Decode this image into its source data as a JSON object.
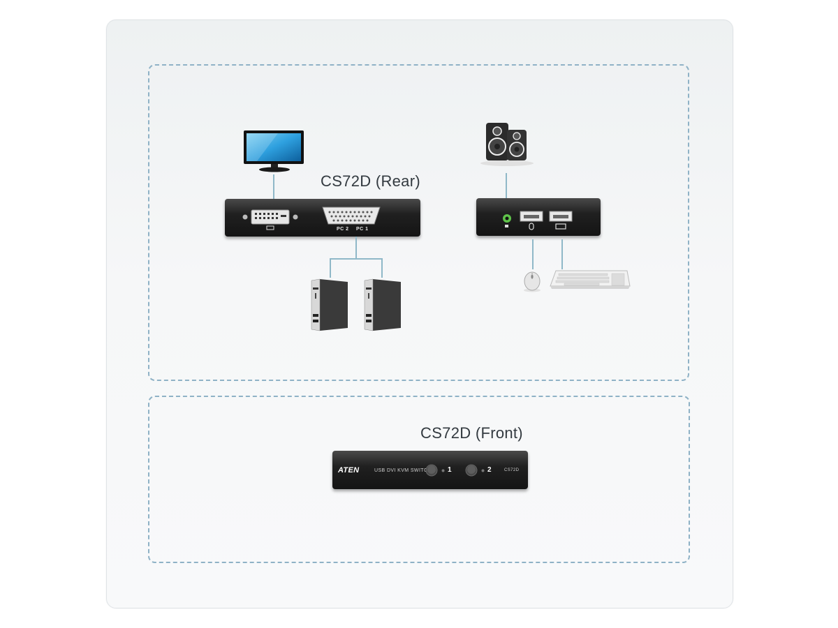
{
  "rear": {
    "title": "CS72D (Rear)",
    "port_pc2": "PC 2",
    "port_pc1": "PC 1"
  },
  "front": {
    "title": "CS72D (Front)",
    "brand": "ATEN",
    "product_label": "USB DVI KVM SWITCH",
    "model_label": "CS72D",
    "port_1": "1",
    "port_2": "2"
  },
  "colors": {
    "wire": "#8fb8c8",
    "panel_border": "#8fb2c6",
    "device_body": "#1c1c1c",
    "audio_jack": "#5fc34a"
  },
  "icons": [
    "monitor-icon",
    "speakers-icon",
    "computer-tower-icon",
    "mouse-icon",
    "keyboard-icon"
  ]
}
